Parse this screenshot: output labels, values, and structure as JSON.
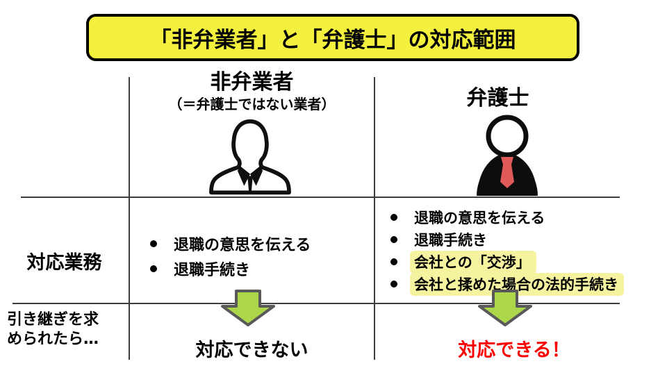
{
  "title": "「非弁業者」と「弁護士」の対応範囲",
  "rows": {
    "tasks_label": "対応業務",
    "handover_label_line1": "引き継ぎを求",
    "handover_label_line2": "められたら…"
  },
  "columns": {
    "left": {
      "header": "非弁業者",
      "subheader": "（＝弁護士ではない業者）",
      "icon": "businessman-outline-icon",
      "tasks": [
        "退職の意思を伝える",
        "退職手続き"
      ],
      "result": "対応できない"
    },
    "right": {
      "header": "弁護士",
      "icon": "lawyer-icon",
      "tasks": [
        {
          "text": "退職の意思を伝える",
          "highlight": false
        },
        {
          "text": "退職手続き",
          "highlight": false
        },
        {
          "text": "会社との「交渉」",
          "highlight": true
        },
        {
          "text": "会社と揉めた場合の法的手続き",
          "highlight": true
        }
      ],
      "result": "対応できる！"
    }
  },
  "colors": {
    "title_bg": "#F4F03E",
    "highlight_bg": "#F5F2A0",
    "arrow_fill": "#ADD74A",
    "arrow_stroke": "#595959",
    "result_ok": "#FA0000",
    "result_ng": "#000000",
    "tie_red": "#E05A5A",
    "line_gray": "#3C3C3C"
  }
}
